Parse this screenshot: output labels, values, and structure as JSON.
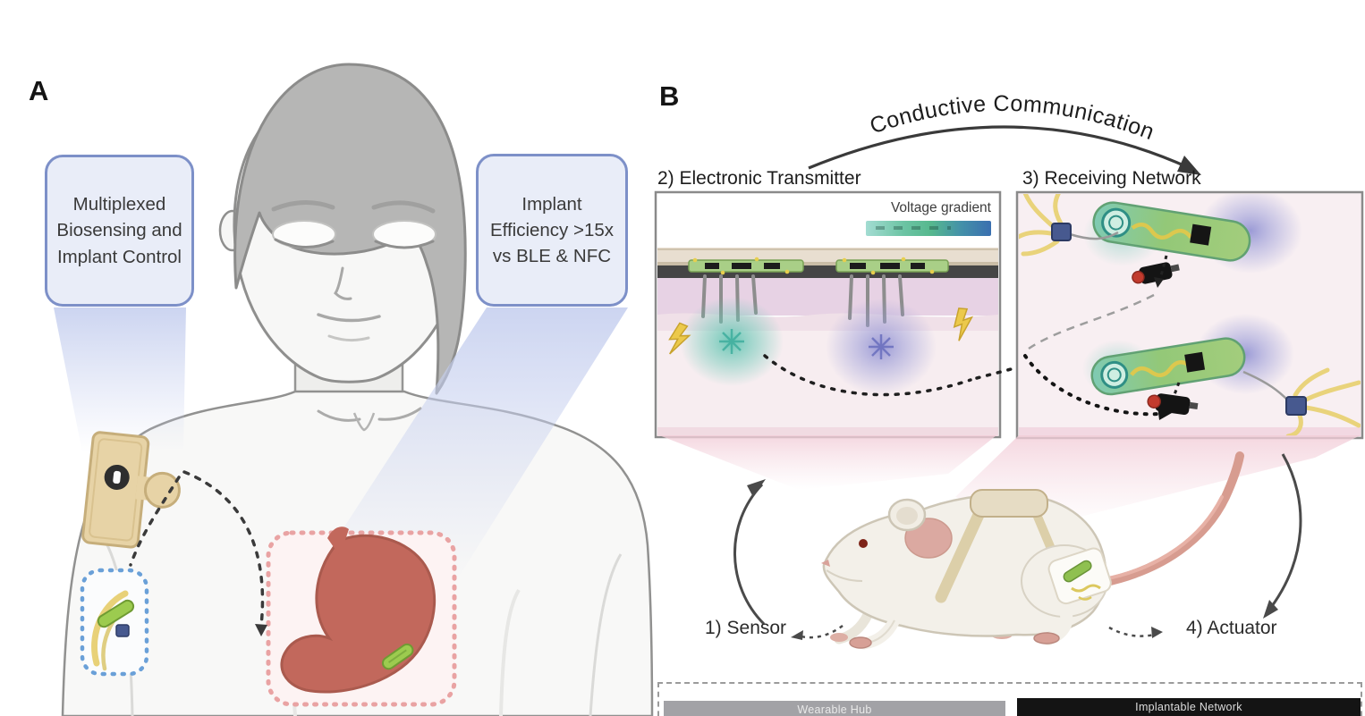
{
  "panel_a": {
    "label": "A",
    "callouts": {
      "left": "Multiplexed Biosensing and Implant Control",
      "right": "Implant Efficiency >15x vs BLE & NFC"
    }
  },
  "panel_b": {
    "label": "B",
    "arc_title": "Conductive Communication",
    "transmitter": {
      "title": "2) Electronic Transmitter",
      "colorbar_label": "Voltage gradient"
    },
    "receiver": {
      "title": "3) Receiving Network"
    },
    "flow": {
      "sensor": "1) Sensor",
      "actuator": "4) Actuator"
    },
    "legend": {
      "wearable_hub": "Wearable Hub",
      "implantable_network": "Implantable Network"
    }
  },
  "colors": {
    "callout_fill": "#e9edf8",
    "callout_border": "#7d90c8",
    "voltage_gradient": [
      "#a3dcd2",
      "#56b88e",
      "#3a6fb0"
    ],
    "glow_teal": "#5fc4b0",
    "glow_purple": "#8a8cd0",
    "implant_green": "#95c653",
    "stomach_red": "#c2685c",
    "nerve_yellow": "#e8d178",
    "connector_navy": "#47598f",
    "tissue_pink": "#f6ecef",
    "legend_gray_bar": "#a2a2a6",
    "legend_black_bar": "#141414"
  }
}
